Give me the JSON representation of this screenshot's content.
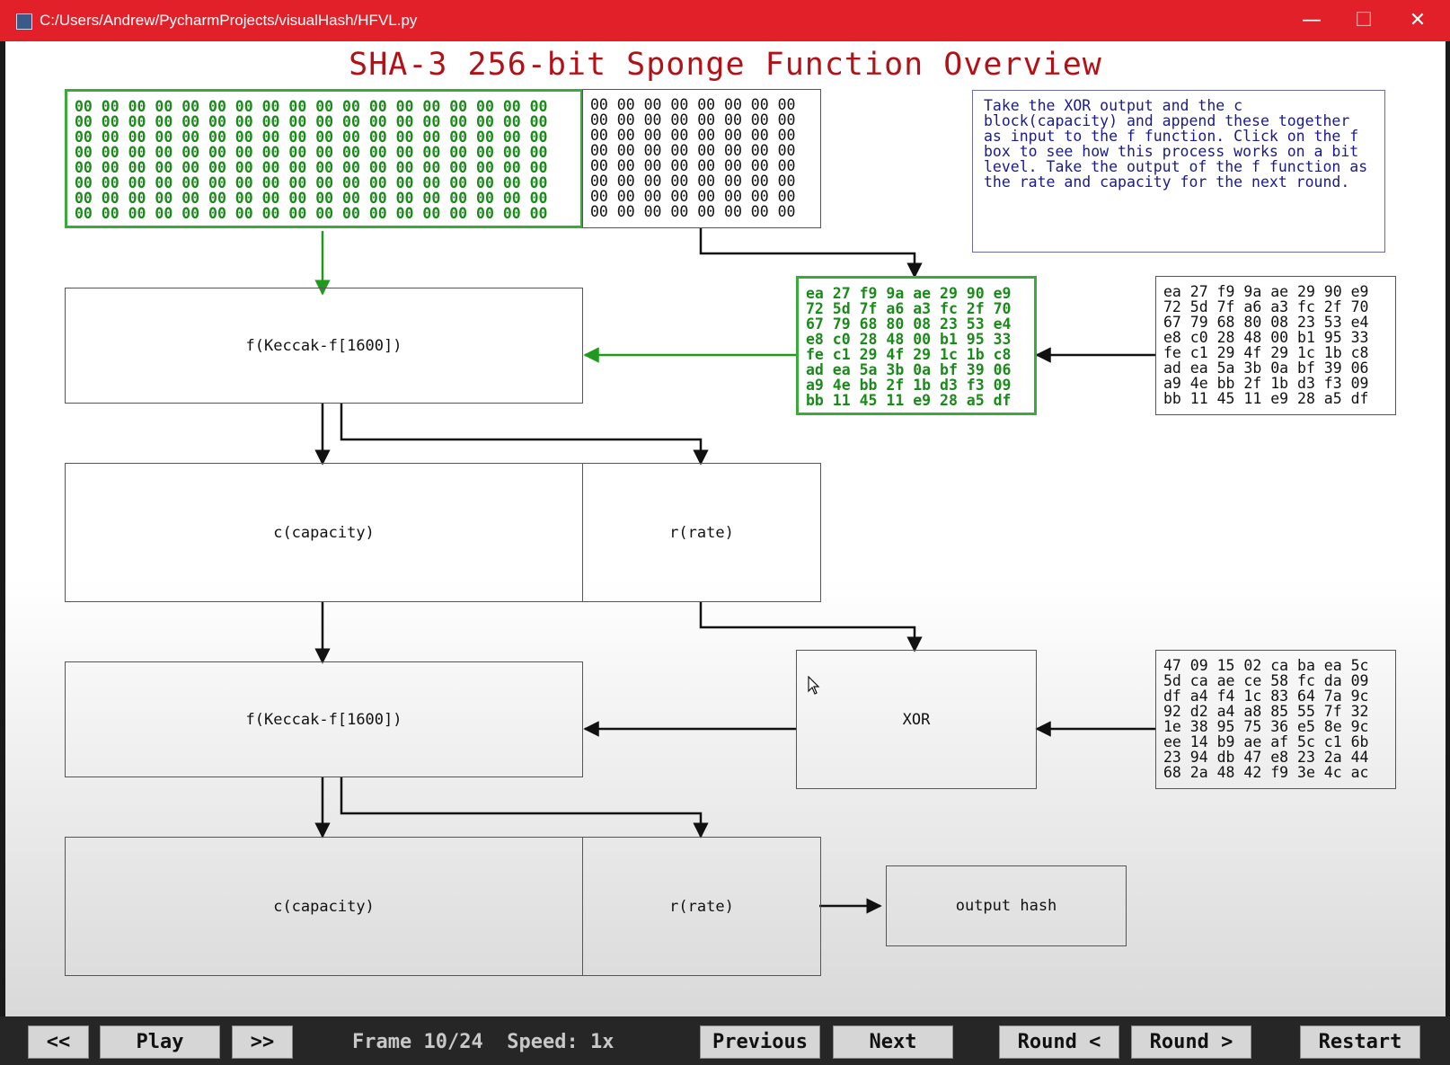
{
  "window": {
    "title": "C:/Users/Andrew/PycharmProjects/visualHash/HFVL.py",
    "minimize": "—",
    "maximize": "☐",
    "close": "✕"
  },
  "page_title": "SHA-3 256-bit Sponge Function Overview",
  "description": "Take the XOR output and the c block(capacity) and append these together as input to the f function. Click on the f box to see how this process works on a bit level. Take the output of the f function as the rate and capacity for the next round.",
  "state": {
    "capacity_rows": [
      "00 00 00 00 00 00 00 00 00 00 00 00 00 00 00 00 00 00",
      "00 00 00 00 00 00 00 00 00 00 00 00 00 00 00 00 00 00",
      "00 00 00 00 00 00 00 00 00 00 00 00 00 00 00 00 00 00",
      "00 00 00 00 00 00 00 00 00 00 00 00 00 00 00 00 00 00",
      "00 00 00 00 00 00 00 00 00 00 00 00 00 00 00 00 00 00",
      "00 00 00 00 00 00 00 00 00 00 00 00 00 00 00 00 00 00",
      "00 00 00 00 00 00 00 00 00 00 00 00 00 00 00 00 00 00",
      "00 00 00 00 00 00 00 00 00 00 00 00 00 00 00 00 00 00"
    ],
    "rate_rows": [
      "00 00 00 00 00 00 00 00",
      "00 00 00 00 00 00 00 00",
      "00 00 00 00 00 00 00 00",
      "00 00 00 00 00 00 00 00",
      "00 00 00 00 00 00 00 00",
      "00 00 00 00 00 00 00 00",
      "00 00 00 00 00 00 00 00",
      "00 00 00 00 00 00 00 00"
    ]
  },
  "xor_result_rows": [
    "ea 27 f9 9a ae 29 90 e9",
    "72 5d 7f a6 a3 fc 2f 70",
    "67 79 68 80 08 23 53 e4",
    "e8 c0 28 48 00 b1 95 33",
    "fe c1 29 4f 29 1c 1b c8",
    "ad ea 5a 3b 0a bf 39 06",
    "a9 4e bb 2f 1b d3 f3 09",
    "bb 11 45 11 e9 28 a5 df"
  ],
  "input_block_1_rows": [
    "ea 27 f9 9a ae 29 90 e9",
    "72 5d 7f a6 a3 fc 2f 70",
    "67 79 68 80 08 23 53 e4",
    "e8 c0 28 48 00 b1 95 33",
    "fe c1 29 4f 29 1c 1b c8",
    "ad ea 5a 3b 0a bf 39 06",
    "a9 4e bb 2f 1b d3 f3 09",
    "bb 11 45 11 e9 28 a5 df"
  ],
  "input_block_2_rows": [
    "47 09 15 02 ca ba ea 5c",
    "5d ca ae ce 58 fc da 09",
    "df a4 f4 1c 83 64 7a 9c",
    "92 d2 a4 a8 85 55 7f 32",
    "1e 38 95 75 36 e5 8e 9c",
    "ee 14 b9 ae af 5c c1 6b",
    "23 94 db 47 e8 23 2a 44",
    "68 2a 48 42 f9 3e 4c ac"
  ],
  "boxes": {
    "f1": "f(Keccak-f[1600])",
    "c1": "c(capacity)",
    "r1": "r(rate)",
    "f2": "f(Keccak-f[1600])",
    "xor": "XOR",
    "c2": "c(capacity)",
    "r2": "r(rate)",
    "output": "output hash"
  },
  "toolbar": {
    "rewind": "<<",
    "play": "Play",
    "forward": ">>",
    "frame_label": "Frame",
    "frame_value": "10/24",
    "speed_label": "Speed:",
    "speed_value": "1x",
    "previous": "Previous",
    "next": "Next",
    "round_prev": "Round <",
    "round_next": "Round >",
    "restart": "Restart"
  },
  "colors": {
    "titlebar": "#e2202a",
    "title_text": "#b01218",
    "highlight_green": "#3aaa3a",
    "description_text": "#1a1a8a"
  }
}
